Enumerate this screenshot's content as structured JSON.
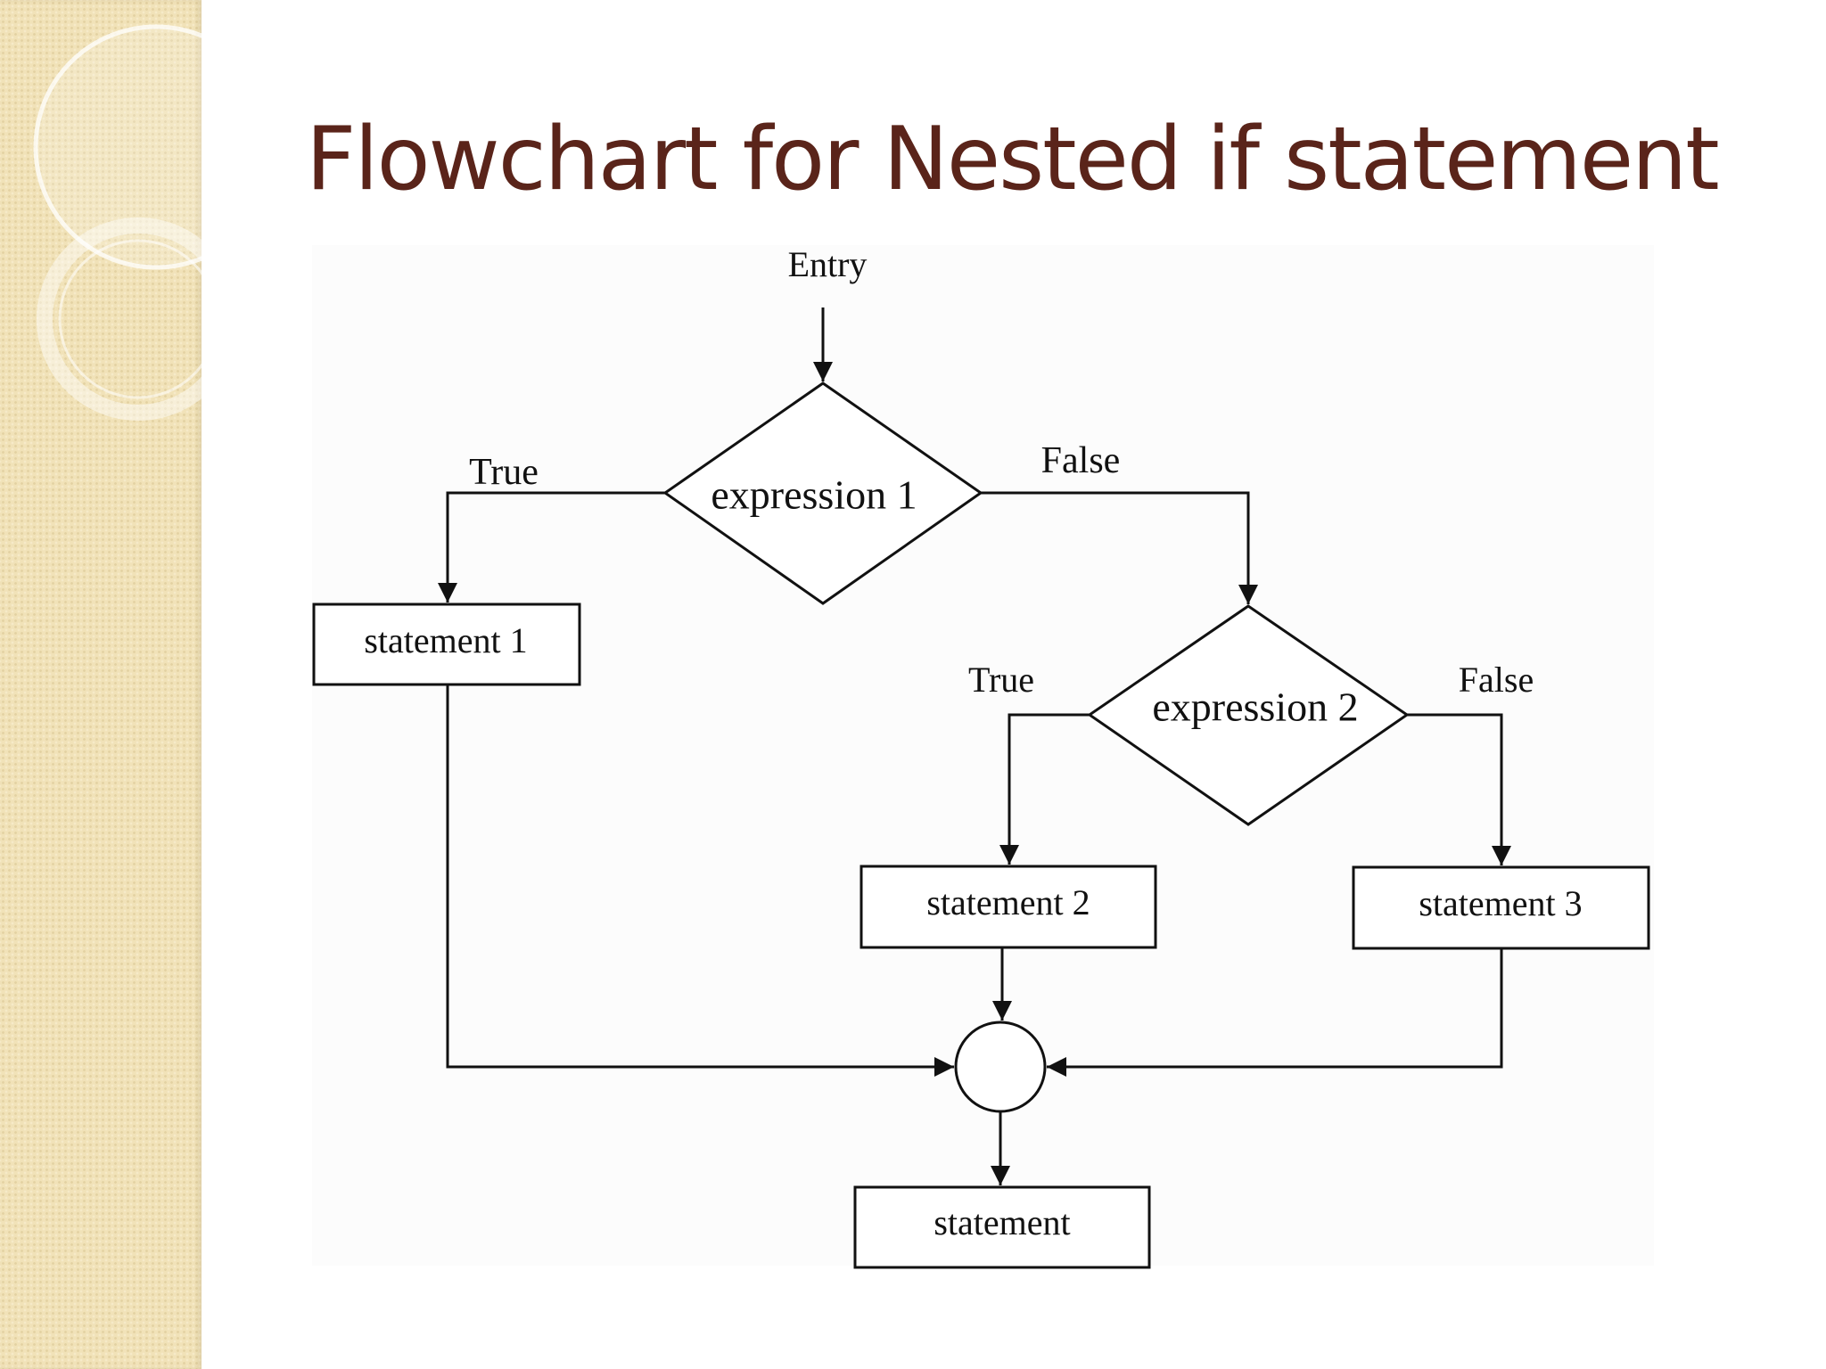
{
  "slide": {
    "title": "Flowchart for Nested if statement"
  },
  "diagram": {
    "entry": "Entry",
    "expression1": "expression 1",
    "expression2": "expression 2",
    "true_label_1": "True",
    "false_label_1": "False",
    "true_label_2": "True",
    "false_label_2": "False",
    "statement1": "statement 1",
    "statement2": "statement 2",
    "statement3": "statement 3",
    "statement_final": "statement"
  },
  "colors": {
    "title": "#5a241a",
    "side_panel": "#f1e2b8",
    "lines": "#111111"
  }
}
